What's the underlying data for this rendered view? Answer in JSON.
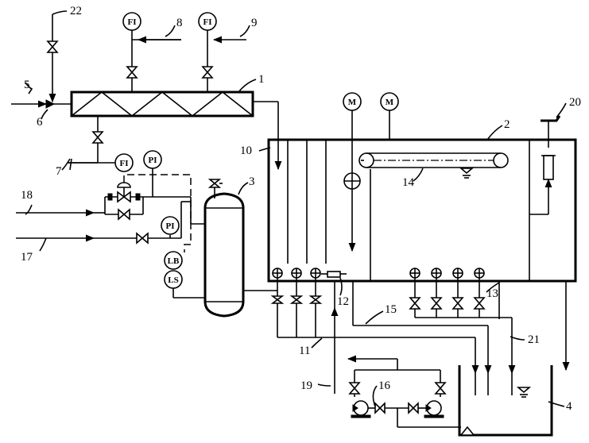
{
  "labels": {
    "n1": "1",
    "n2": "2",
    "n3": "3",
    "n4": "4",
    "n5": "5",
    "n6": "6",
    "n7": "7",
    "n8": "8",
    "n9": "9",
    "n10": "10",
    "n11": "11",
    "n12": "12",
    "n13": "13",
    "n14": "14",
    "n15": "15",
    "n16": "16",
    "n17": "17",
    "n18": "18",
    "n19": "19",
    "n20": "20",
    "n21": "21",
    "n22": "22"
  },
  "instruments": {
    "fi_8": "FI",
    "fi_9": "FI",
    "fi_7": "FI",
    "pi_top": "PI",
    "pi_17": "PI",
    "lb": "LB",
    "ls": "LS",
    "motor_1": "M",
    "motor_2": "M"
  }
}
